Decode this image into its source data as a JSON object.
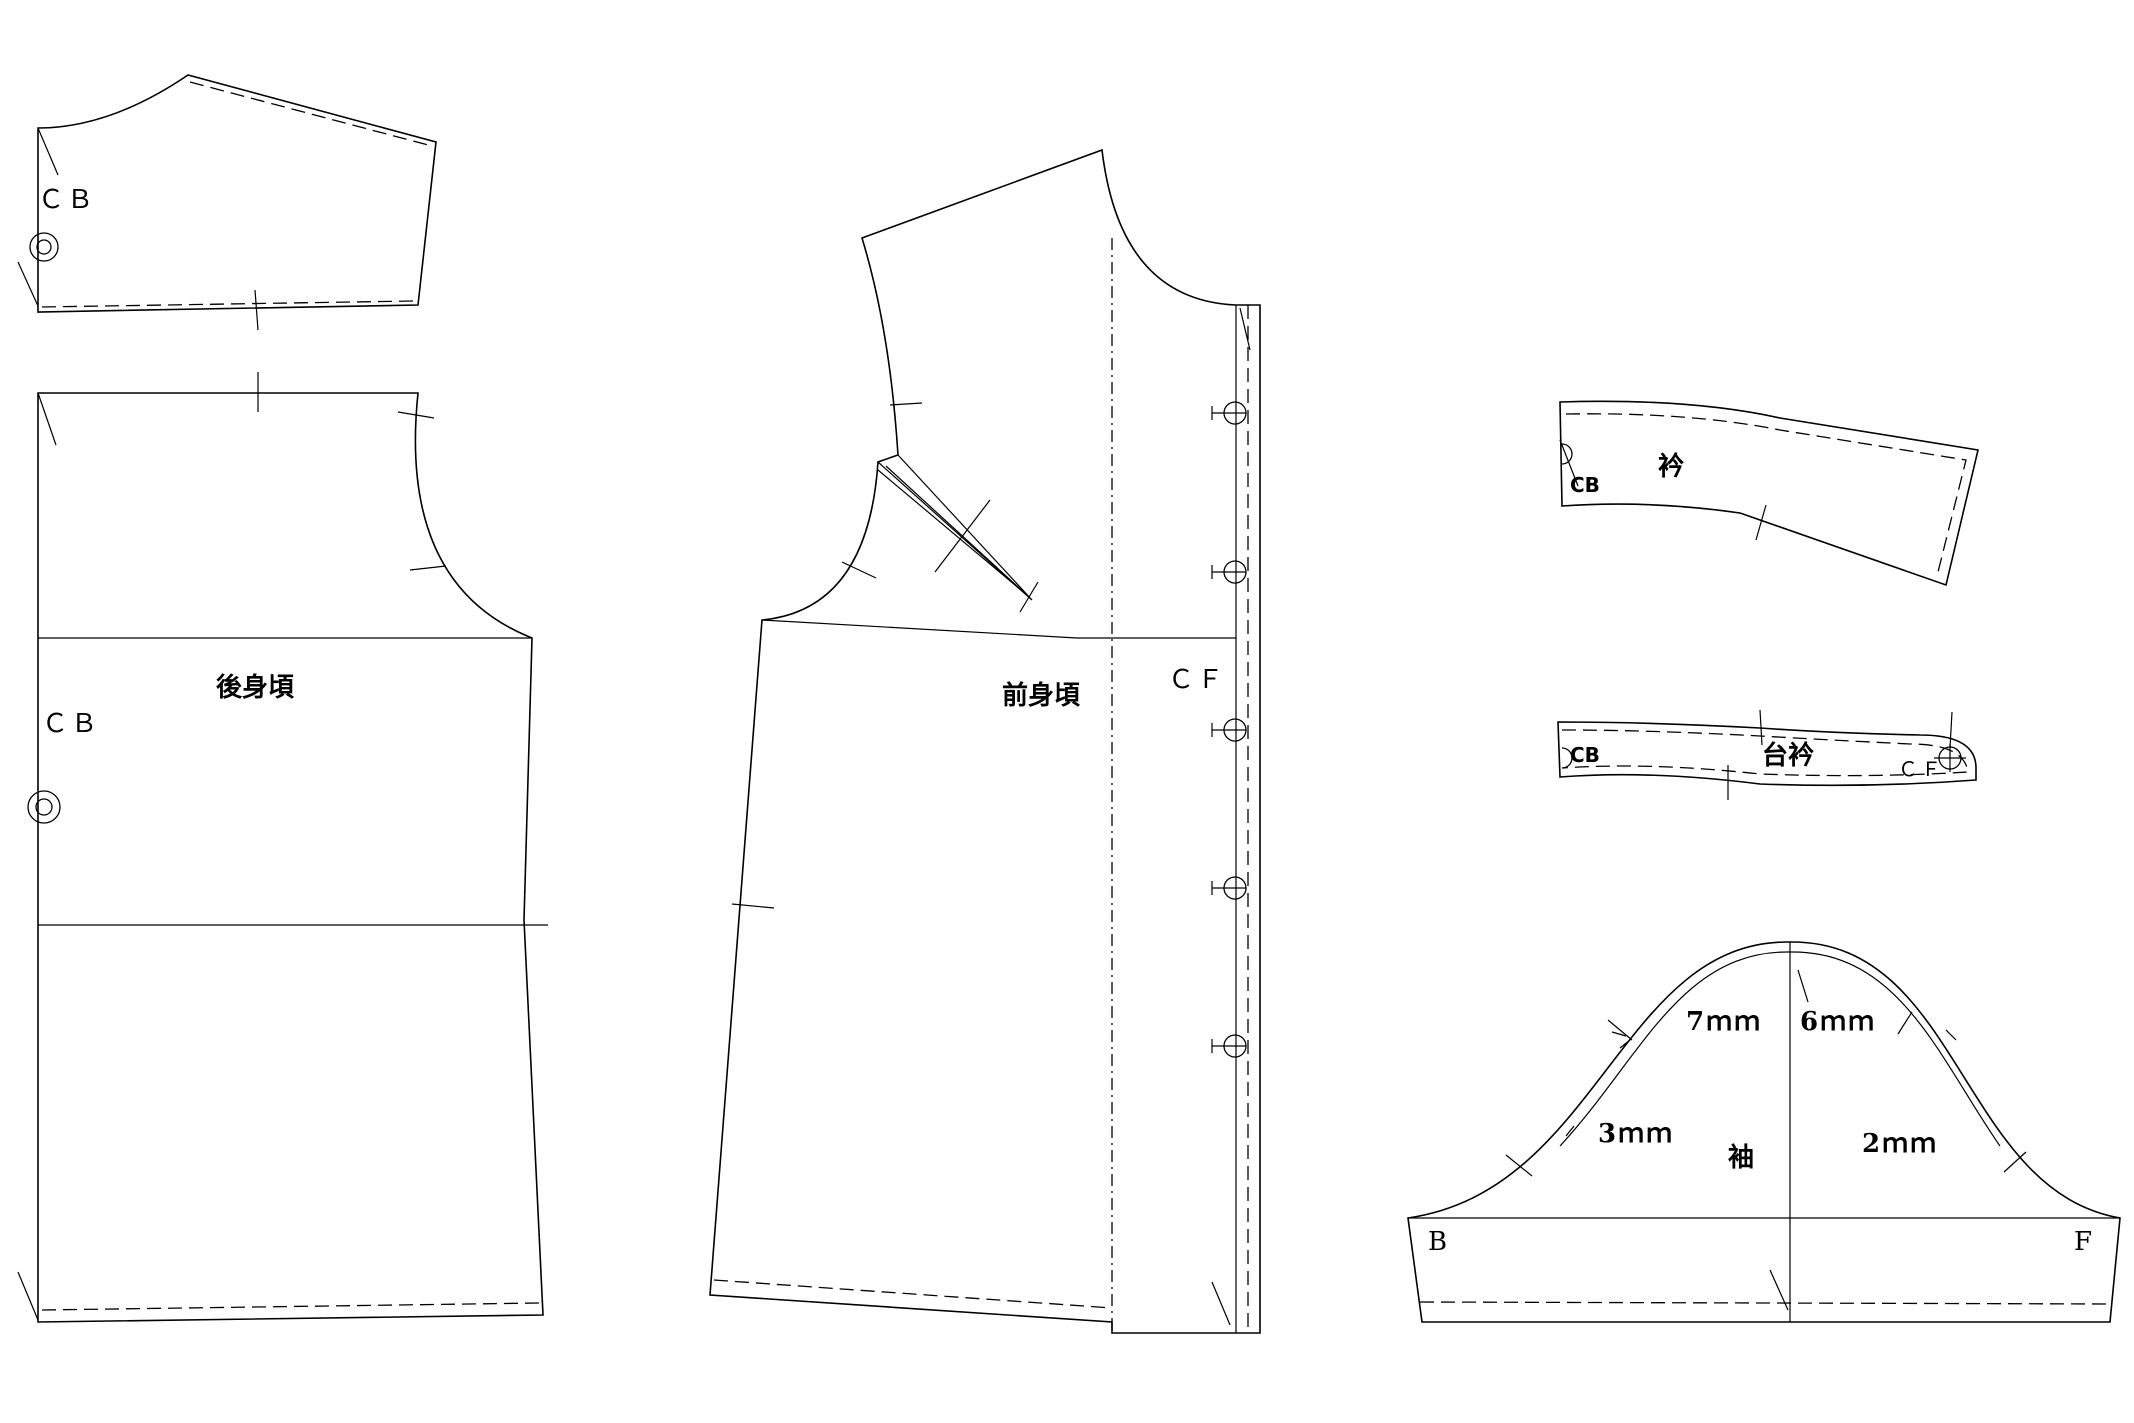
{
  "pieces": {
    "back_yoke": {
      "cb_label": "ＣＢ"
    },
    "back_bodice": {
      "title": "後身頃",
      "cb_label": "ＣＢ"
    },
    "front_bodice": {
      "title": "前身頃",
      "cf_label": "ＣＦ"
    },
    "collar": {
      "title": "衿",
      "cb_label": "CB"
    },
    "collar_stand": {
      "title": "台衿",
      "cb_label": "CB",
      "cf_label": "ＣＦ"
    },
    "sleeve": {
      "title": "袖",
      "back_label": "B",
      "front_label": "F",
      "ease_back_top": "7ｍｍ",
      "ease_front_top": "6ｍｍ",
      "ease_back_lower": "3ｍｍ",
      "ease_front_lower": "2ｍｍ"
    }
  }
}
